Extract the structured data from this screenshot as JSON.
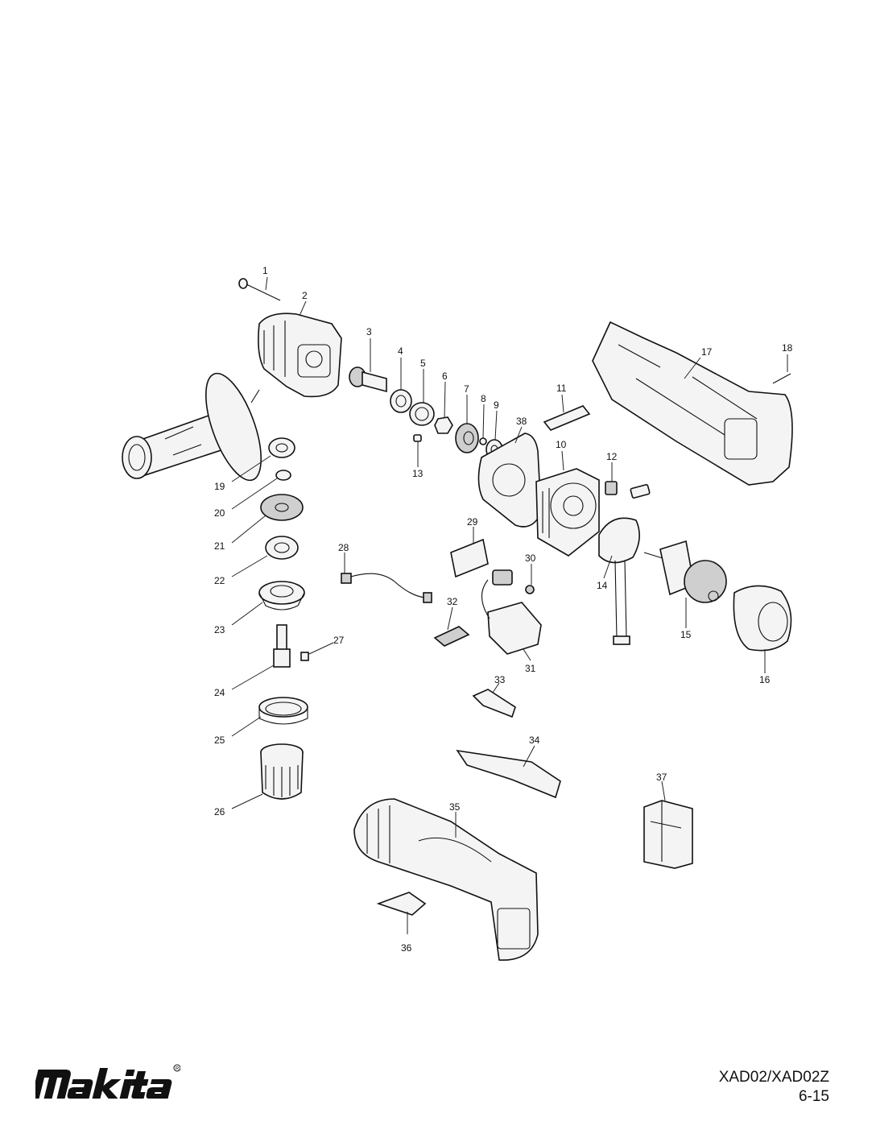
{
  "document": {
    "brand": "makita",
    "model": "XAD02/XAD02Z",
    "page": "6-15"
  },
  "parts": [
    {
      "id": "1",
      "label": "1"
    },
    {
      "id": "2",
      "label": "2"
    },
    {
      "id": "3",
      "label": "3"
    },
    {
      "id": "4",
      "label": "4"
    },
    {
      "id": "5",
      "label": "5"
    },
    {
      "id": "6",
      "label": "6"
    },
    {
      "id": "7",
      "label": "7"
    },
    {
      "id": "8",
      "label": "8"
    },
    {
      "id": "9",
      "label": "9"
    },
    {
      "id": "10",
      "label": "10"
    },
    {
      "id": "11",
      "label": "11"
    },
    {
      "id": "12",
      "label": "12"
    },
    {
      "id": "13",
      "label": "13"
    },
    {
      "id": "14",
      "label": "14"
    },
    {
      "id": "15",
      "label": "15"
    },
    {
      "id": "16",
      "label": "16"
    },
    {
      "id": "17",
      "label": "17"
    },
    {
      "id": "18",
      "label": "18"
    },
    {
      "id": "19",
      "label": "19"
    },
    {
      "id": "20",
      "label": "20"
    },
    {
      "id": "21",
      "label": "21"
    },
    {
      "id": "22",
      "label": "22"
    },
    {
      "id": "23",
      "label": "23"
    },
    {
      "id": "24",
      "label": "24"
    },
    {
      "id": "25",
      "label": "25"
    },
    {
      "id": "26",
      "label": "26"
    },
    {
      "id": "27",
      "label": "27"
    },
    {
      "id": "28",
      "label": "28"
    },
    {
      "id": "29",
      "label": "29"
    },
    {
      "id": "30",
      "label": "30"
    },
    {
      "id": "31",
      "label": "31"
    },
    {
      "id": "32",
      "label": "32"
    },
    {
      "id": "33",
      "label": "33"
    },
    {
      "id": "34",
      "label": "34"
    },
    {
      "id": "35",
      "label": "35"
    },
    {
      "id": "36",
      "label": "36"
    },
    {
      "id": "37",
      "label": "37"
    },
    {
      "id": "38",
      "label": "38"
    }
  ]
}
